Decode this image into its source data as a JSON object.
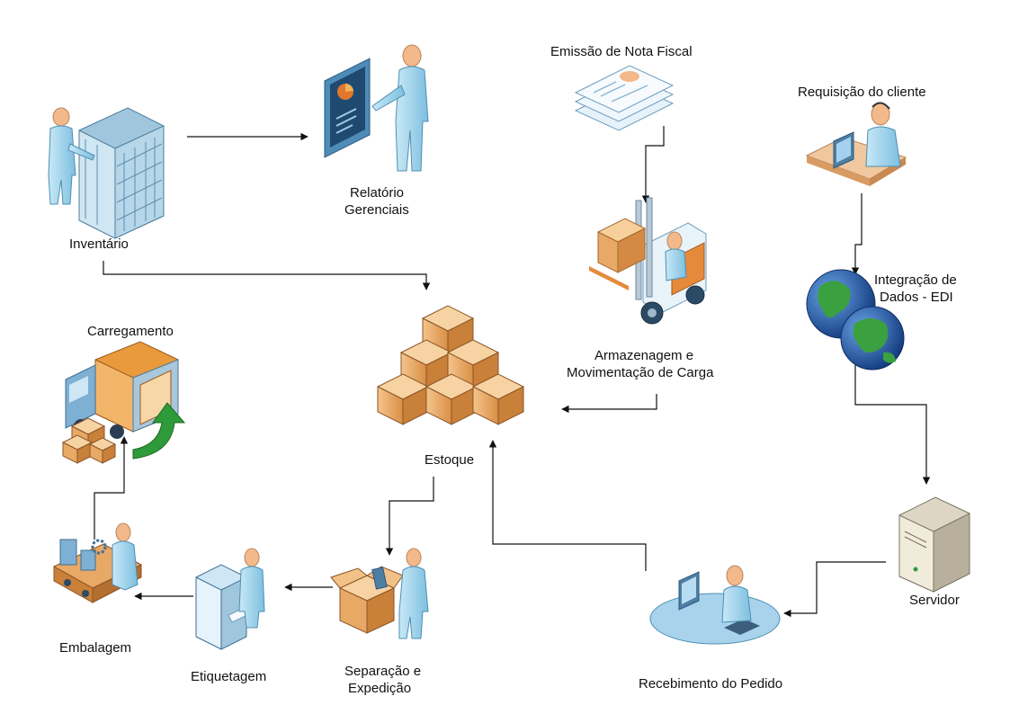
{
  "labels": {
    "inventario": "Inventário",
    "relatorio_l1": "Relatório",
    "relatorio_l2": "Gerenciais",
    "nota_fiscal": "Emissão de Nota Fiscal",
    "requisicao": "Requisição do cliente",
    "integracao_l1": "Integração de",
    "integracao_l2": "Dados - EDI",
    "armazenagem_l1": "Armazenagem e",
    "armazenagem_l2": "Movimentação de Carga",
    "carregamento": "Carregamento",
    "estoque": "Estoque",
    "servidor": "Servidor",
    "embalagem": "Embalagem",
    "etiquetagem": "Etiquetagem",
    "separacao_l1": "Separação e",
    "separacao_l2": "Expedição",
    "recebimento": "Recebimento do Pedido"
  },
  "colors": {
    "person": "#a9d8ee",
    "person_dark": "#6fb3d6",
    "skin": "#f3b98a",
    "box": "#e8a866",
    "box_dark": "#b9773a",
    "truck": "#e89a3c",
    "globe_sea": "#1f4fa0",
    "globe_land": "#3aa040",
    "arrow_green": "#2e9a3a",
    "connector": "#111111"
  },
  "icons": [
    "server-rack-person-icon",
    "presentation-person-icon",
    "invoice-documents-icon",
    "customer-desk-icon",
    "forklift-icon",
    "globes-icon",
    "boxes-stack-icon",
    "truck-icon",
    "server-tower-icon",
    "receiving-desk-icon",
    "packing-conveyor-icon",
    "label-printer-icon",
    "picking-box-icon"
  ]
}
